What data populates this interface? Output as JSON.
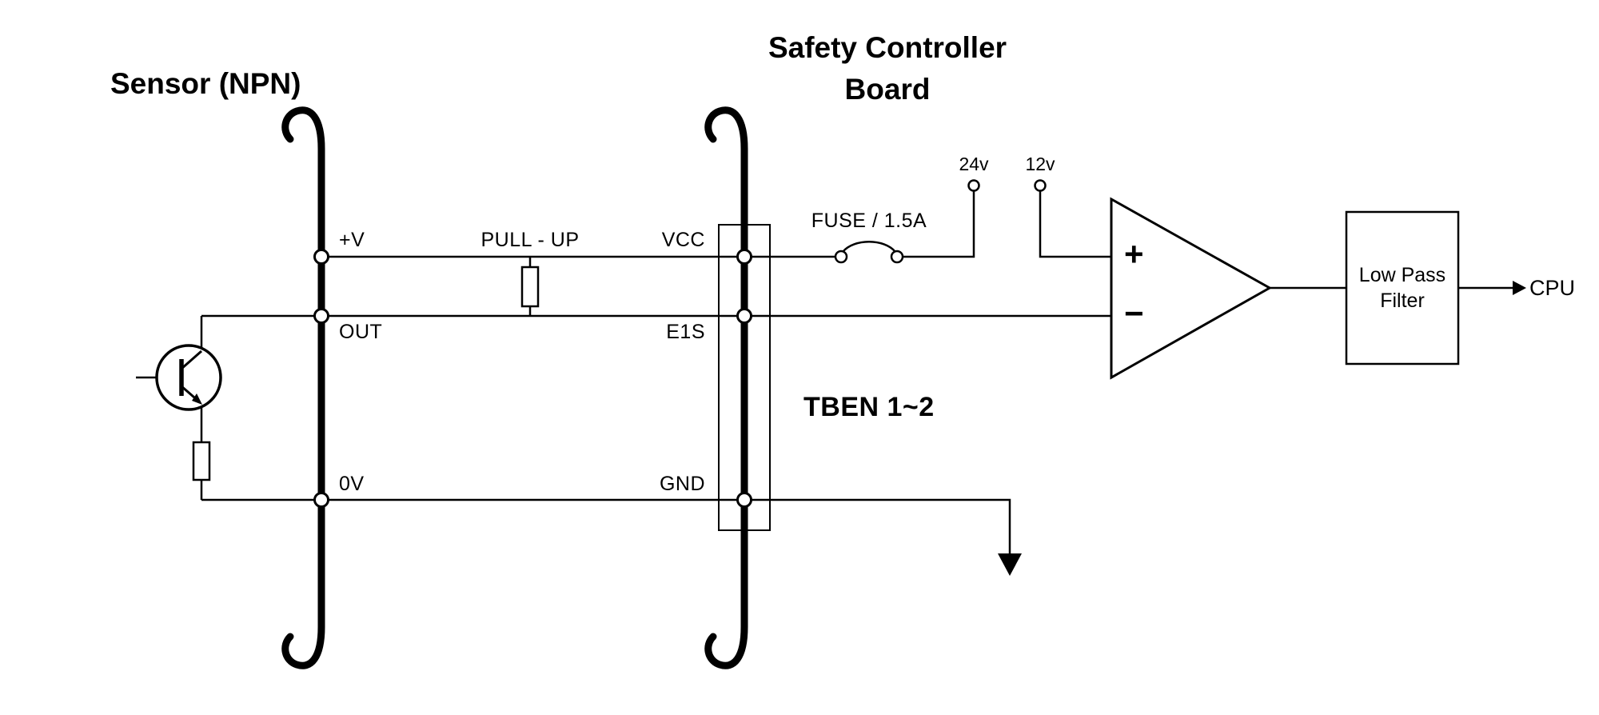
{
  "diagram": {
    "title_sensor": "Sensor (NPN)",
    "title_controller_1": "Safety Controller",
    "title_controller_2": "Board",
    "sensor_pins": {
      "vplus": "+V",
      "out": "OUT",
      "zero_v": "0V"
    },
    "board_pins": {
      "vcc": "VCC",
      "e1s": "E1S",
      "gnd": "GND"
    },
    "pullup_label": "PULL - UP",
    "fuse_label": "FUSE / 1.5A",
    "rail_24v": "24v",
    "rail_12v": "12v",
    "connector_label": "TBEN 1~2",
    "comparator": {
      "plus": "+",
      "minus": "−"
    },
    "low_pass_filter_1": "Low Pass",
    "low_pass_filter_2": "Filter",
    "cpu_label": "CPU",
    "colors": {
      "ink": "#000000",
      "background": "#ffffff"
    }
  }
}
